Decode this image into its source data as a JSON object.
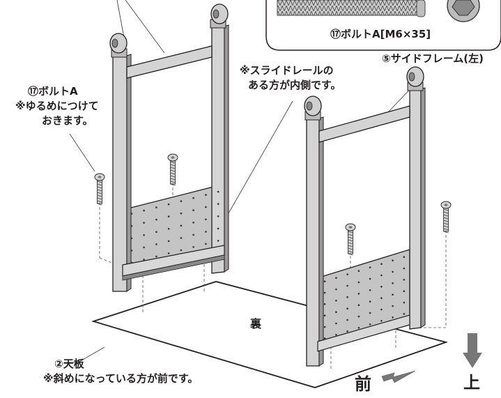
{
  "labels": {
    "inset_bolt": "⑰ボルトA[M6×35]",
    "side_frame_left": "⑤サイドフレーム(左)",
    "slide_rail_1": "※スライドレールの",
    "slide_rail_2": "ある方が内側です。",
    "bolt_a": "⑰ボルトA",
    "loose_1": "※ゆるめにつけて",
    "loose_2": "おきます。",
    "top_board": "②天板",
    "slanted_front": "※斜めになっている方が前です。",
    "back_side": "裏",
    "front": "前",
    "up": "上"
  },
  "colors": {
    "line": "#231f20",
    "frame": "#d9d9d9",
    "panel": "#c8c8c8",
    "dark": "#555555",
    "arrow": "#777777",
    "board": "#ffffff"
  }
}
